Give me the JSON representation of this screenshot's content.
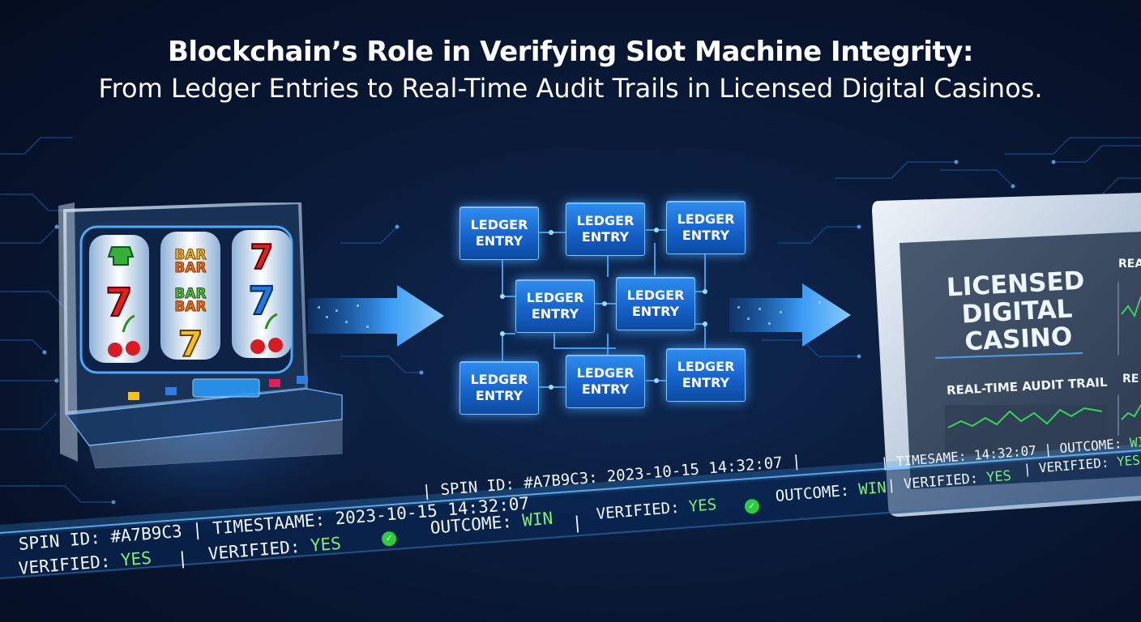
{
  "title": {
    "line1": "Blockchain’s Role in Verifying Slot Machine Integrity:",
    "line2": "From Ledger Entries to Real-Time Audit Trails in Licensed Digital Casinos."
  },
  "slot_machine": {
    "reels": [
      [
        "bell",
        "7",
        "cherries"
      ],
      [
        "BAR BAR",
        "BAR BAR",
        "7"
      ],
      [
        "7",
        "7",
        "cherries"
      ]
    ],
    "bar_text": "BAR",
    "seven_text": "7"
  },
  "ledger_entries": {
    "label": "LEDGER\nENTRY"
  },
  "casino_panel": {
    "title": "LICENSED\nDIGITAL\nCASINO",
    "audit_label": "REAL-TIME AUDIT TRAIL",
    "side_label_1": "REA",
    "side_label_2": "RE"
  },
  "ticker": {
    "line_bottom_1": "SPIN ID: #A7B9C3  |  TIMESTAAME: 2023-10-15 14:32:07",
    "line_bottom_2_prefix": "VERIFIED:",
    "line_bottom_2_value": "YES",
    "line_bottom_2b_prefix": "VERIFIED:",
    "line_bottom_2b_value": "YES",
    "outcome_prefix": "OUTCOME:",
    "outcome_value": "WIN",
    "line_mid_1": "|  SPIN ID: #A7B9C3: 2023-10-15 14:32:07  |",
    "line_mid_verified_prefix": "|  VERIFIED:",
    "line_mid_verified_value": "YES",
    "line_mid_outcome_prefix": "OUTCOME:",
    "line_mid_outcome_value": "WIN",
    "line_top_1": "|  TIMESAME: 14:32:07  |  OUTCOME:",
    "line_top_1_value": "WIN",
    "line_top_2_prefix": "VERIFIED:",
    "line_top_2_value": "YES",
    "line_top_2b_prefix": "|  VERIFIED:",
    "line_top_2b_value": "YES",
    "mid_verified_prefix": "VERIFIED:",
    "mid_verified_value": "YES",
    "divider": "|"
  },
  "colors": {
    "accent_blue": "#2f8df0",
    "glow": "#46a0ff",
    "verified_green": "#7df07a",
    "chart_green": "#37d35a"
  }
}
